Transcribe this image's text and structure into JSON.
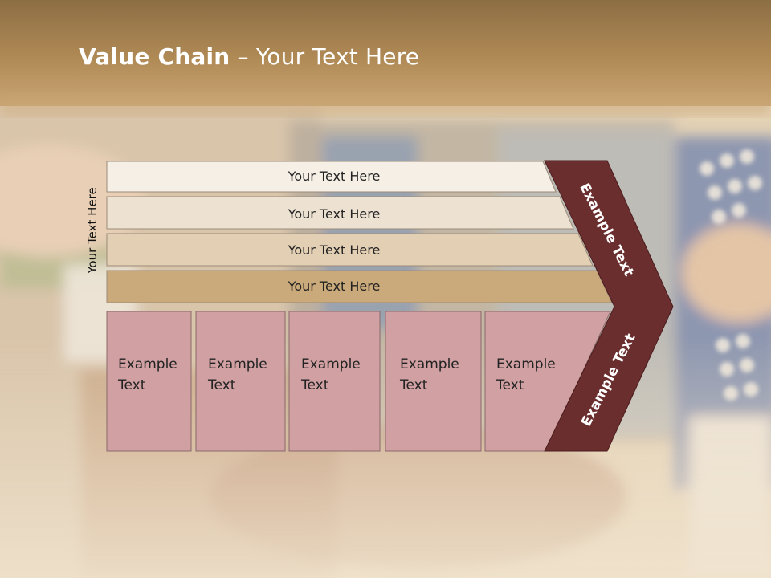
{
  "slide": {
    "title_bold": "Value Chain",
    "title_rest": " – Your Text Here",
    "side_label": "Your Text Here",
    "bars": [
      "Your Text Here",
      "Your Text Here",
      "Your Text Here",
      "Your Text Here"
    ],
    "boxes": [
      [
        "Example",
        "Text"
      ],
      [
        "Example",
        "Text"
      ],
      [
        "Example",
        "Text"
      ],
      [
        "Example",
        "Text"
      ],
      [
        "Example",
        "Text"
      ]
    ],
    "chevron_top_label": "Example Text",
    "chevron_bottom_label": "Example Text"
  },
  "colors": {
    "header_band": "#a8834e",
    "bar_fills": [
      "#f5efe6",
      "#ede2d2",
      "#e3cfb3",
      "#caa97a"
    ],
    "box_fill": "#d1a0a2",
    "chevron_fill": "#6b2e2f"
  }
}
